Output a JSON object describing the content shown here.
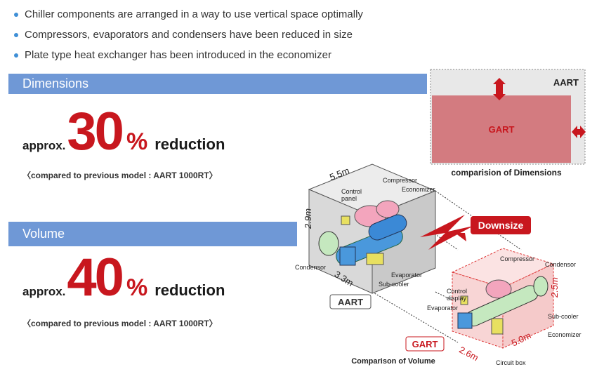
{
  "bullets": [
    "Chiller components are arranged in a way to use vertical space optimally",
    "Compressors, evaporators and condensers have been reduced in size",
    "Plate type heat exchanger has been introduced in the economizer"
  ],
  "dimensions": {
    "title": "Dimensions",
    "approx": "approx.",
    "number": "30",
    "percent": "%",
    "reduction": "reduction",
    "compared": "〈compared to previous model : AART 1000RT〉"
  },
  "volume": {
    "title": "Volume",
    "approx": "approx.",
    "number": "40",
    "percent": "%",
    "reduction": "reduction",
    "compared": "〈compared to previous model : AART 1000RT〉"
  },
  "dims_diagram": {
    "aart_label": "AART",
    "gart_label": "GART",
    "caption": "comparision of Dimensions"
  },
  "volume_diagram": {
    "aart": {
      "tag": "AART",
      "width": "5.5m",
      "height": "2.9m",
      "depth": "3.3m",
      "labels": {
        "control_panel_1": "Control",
        "control_panel_2": "panel",
        "compressor": "Compressor",
        "economizer": "Economizer",
        "condensor": "Condensor",
        "evaporator": "Evaporator",
        "subcooler": "Sub-cooler"
      }
    },
    "downsize": "Downsize",
    "gart": {
      "tag": "GART",
      "width": "5.0m",
      "height": "2.5m",
      "depth": "2.6m",
      "labels": {
        "compressor": "Compressor",
        "condensor": "Condensor",
        "control_display_1": "Control",
        "control_display_2": "display",
        "evaporator": "Evaporator",
        "subcooler": "Sub-cooler",
        "economizer": "Economizer",
        "circuit_box": "Circuit box"
      }
    },
    "caption": "Comparison of Volume"
  },
  "colors": {
    "accent_red": "#c8171e",
    "bar_blue": "#6f98d6",
    "bullet_blue": "#3f8fd6"
  }
}
